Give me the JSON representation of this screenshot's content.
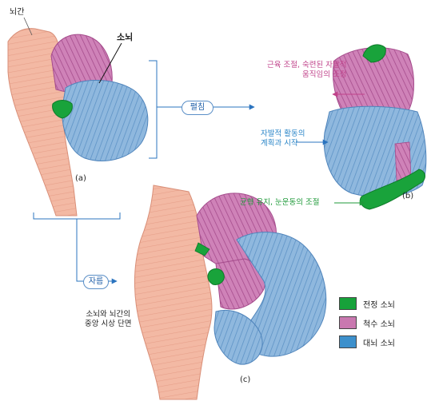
{
  "labels": {
    "brainstem": "뇌간",
    "cerebellum": "소뇌",
    "panel_a": "(a)",
    "panel_b": "(b)",
    "panel_c": "(c)",
    "unfold": "펼침",
    "cut": "자름",
    "midsagittal": [
      "소뇌와 뇌간의",
      "중앙 시상 단면"
    ],
    "motor_coordination": [
      "근육 조절, 숙련된 자발적",
      "움직임의 조정"
    ],
    "planning": [
      "자발적 활동의",
      "계획과 시작"
    ],
    "balance": "균형 유지, 눈운동의 조절"
  },
  "legend": [
    {
      "label": "전정 소뇌",
      "color": "#17a23a"
    },
    {
      "label": "척수 소뇌",
      "color": "#c978b0"
    },
    {
      "label": "대뇌 소뇌",
      "color": "#3d90cc"
    }
  ],
  "colors": {
    "brainstem": "#f3b9a4",
    "spinocerebellum": "#c978b0",
    "cerebrocerebellum": "#8fb8de",
    "vestibulocerebellum": "#19a33b",
    "arrow": "#2b74bf"
  }
}
